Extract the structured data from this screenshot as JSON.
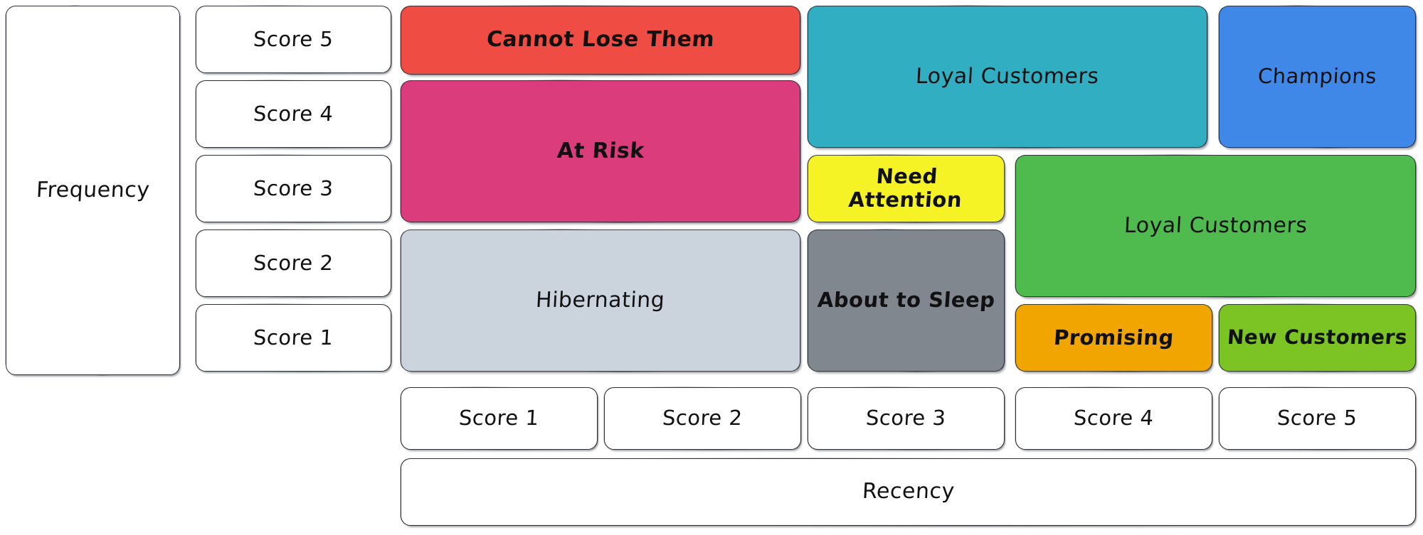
{
  "diagram": {
    "title_axis_y": "Frequency",
    "title_axis_x": "Recency",
    "frequency_scores": [
      {
        "label": "Score 5"
      },
      {
        "label": "Score 4"
      },
      {
        "label": "Score 3"
      },
      {
        "label": "Score 2"
      },
      {
        "label": "Score 1"
      }
    ],
    "recency_scores": [
      {
        "label": "Score 1"
      },
      {
        "label": "Score 2"
      },
      {
        "label": "Score 3"
      },
      {
        "label": "Score 4"
      },
      {
        "label": "Score 5"
      }
    ],
    "segments": [
      {
        "name": "cannot-lose-them",
        "label": "Cannot Lose Them",
        "color": "#EF4D44",
        "recency_scores": [
          1,
          2
        ],
        "frequency_scores": [
          5
        ]
      },
      {
        "name": "at-risk",
        "label": "At Risk",
        "color": "#DB3C7C",
        "recency_scores": [
          1,
          2
        ],
        "frequency_scores": [
          3,
          4
        ]
      },
      {
        "name": "hibernating",
        "label": "Hibernating",
        "color": "#CBD4DD",
        "recency_scores": [
          1,
          2
        ],
        "frequency_scores": [
          1,
          2
        ]
      },
      {
        "name": "loyal-customers-teal",
        "label": "Loyal Customers",
        "color": "#31AEC1",
        "recency_scores": [
          3,
          4
        ],
        "frequency_scores": [
          4,
          5
        ]
      },
      {
        "name": "need-attention",
        "label": "Need Attention",
        "color": "#F5F226",
        "recency_scores": [
          3
        ],
        "frequency_scores": [
          3
        ]
      },
      {
        "name": "about-to-sleep",
        "label": "About to Sleep",
        "color": "#80878F",
        "recency_scores": [
          3
        ],
        "frequency_scores": [
          1,
          2
        ]
      },
      {
        "name": "champions",
        "label": "Champions",
        "color": "#3F88E8",
        "recency_scores": [
          5
        ],
        "frequency_scores": [
          4,
          5
        ]
      },
      {
        "name": "loyal-customers-green",
        "label": "Loyal Customers",
        "color": "#4FBB4F",
        "recency_scores": [
          4,
          5
        ],
        "frequency_scores": [
          2,
          3
        ]
      },
      {
        "name": "promising",
        "label": "Promising",
        "color": "#F0A500",
        "recency_scores": [
          4
        ],
        "frequency_scores": [
          1
        ]
      },
      {
        "name": "new-customers",
        "label": "New Customers",
        "color": "#7CC424",
        "recency_scores": [
          5
        ],
        "frequency_scores": [
          1
        ]
      }
    ]
  }
}
